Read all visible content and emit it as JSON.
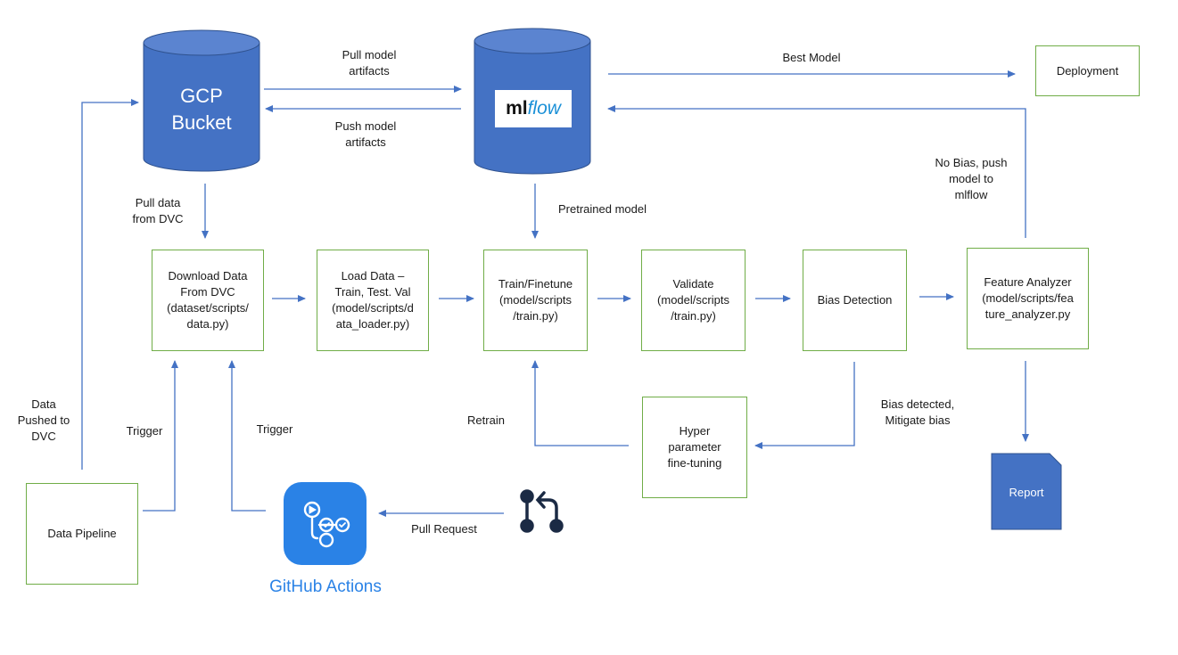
{
  "storage": {
    "gcp_bucket": "GCP\nBucket",
    "mlflow_logo_ml": "ml",
    "mlflow_logo_flow": "flow"
  },
  "edge_labels": {
    "pull_model_artifacts": "Pull model\nartifacts",
    "push_model_artifacts": "Push model\nartifacts",
    "best_model": "Best Model",
    "pull_data_from_dvc": "Pull data\nfrom DVC",
    "pretrained_model": "Pretrained model",
    "no_bias_push": "No Bias, push\nmodel to\nmlflow",
    "data_pushed_to_dvc": "Data\nPushed to\nDVC",
    "trigger_left": "Trigger",
    "trigger_right": "Trigger",
    "retrain": "Retrain",
    "bias_detected": "Bias detected,\nMitigate bias",
    "pull_request": "Pull Request"
  },
  "boxes": {
    "deployment": "Deployment",
    "download_data": "Download Data\nFrom DVC\n(dataset/scripts/\ndata.py)",
    "load_data": "Load Data –\nTrain, Test. Val\n(model/scripts/d\nata_loader.py)",
    "train": "Train/Finetune\n(model/scripts\n/train.py)",
    "validate": "Validate\n(model/scripts\n/train.py)",
    "bias_detection": "Bias Detection",
    "feature_analyzer": "Feature Analyzer\n(model/scripts/fea\nture_analyzer.py",
    "hyperparameter": "Hyper\nparameter\nfine-tuning",
    "data_pipeline": "Data Pipeline",
    "report": "Report"
  },
  "github_actions": {
    "label": "GitHub Actions"
  },
  "colors": {
    "cylinder": "#4472c4",
    "arrow": "#4472c4",
    "box_border": "#70ad47",
    "github_blue": "#2a82e6",
    "pr_icon": "#1b2a44"
  }
}
